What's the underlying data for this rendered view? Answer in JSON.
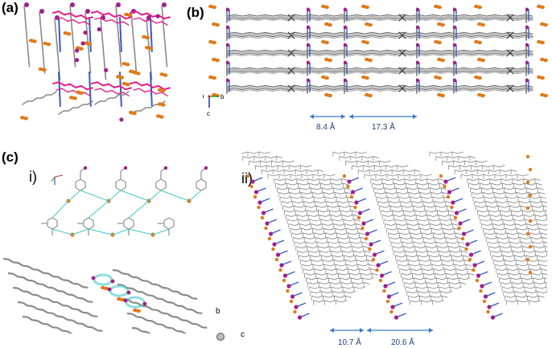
{
  "panels": {
    "a": {
      "label": "(a)"
    },
    "b": {
      "label": "(b)",
      "axes": {
        "a": "a",
        "b": "b",
        "c": "c"
      },
      "measurements": [
        "8.4 Å",
        "17.3 Å"
      ]
    },
    "c": {
      "label": "(c)",
      "sub_i": {
        "label": "i)"
      },
      "sub_ii": {
        "label": "ii)",
        "axes": {
          "b": "b",
          "c": "c"
        },
        "measurements": [
          "10.7 Å",
          "20.6 Å"
        ]
      }
    }
  },
  "colors": {
    "bond": "#8a8a8a",
    "iodine": "#a0208a",
    "nitrogen": "#3a5ac8",
    "bromide": "#e07a1a",
    "pink": "#e0208a",
    "arrow": "#3a7ac8",
    "hbond": "#40c8c8"
  }
}
